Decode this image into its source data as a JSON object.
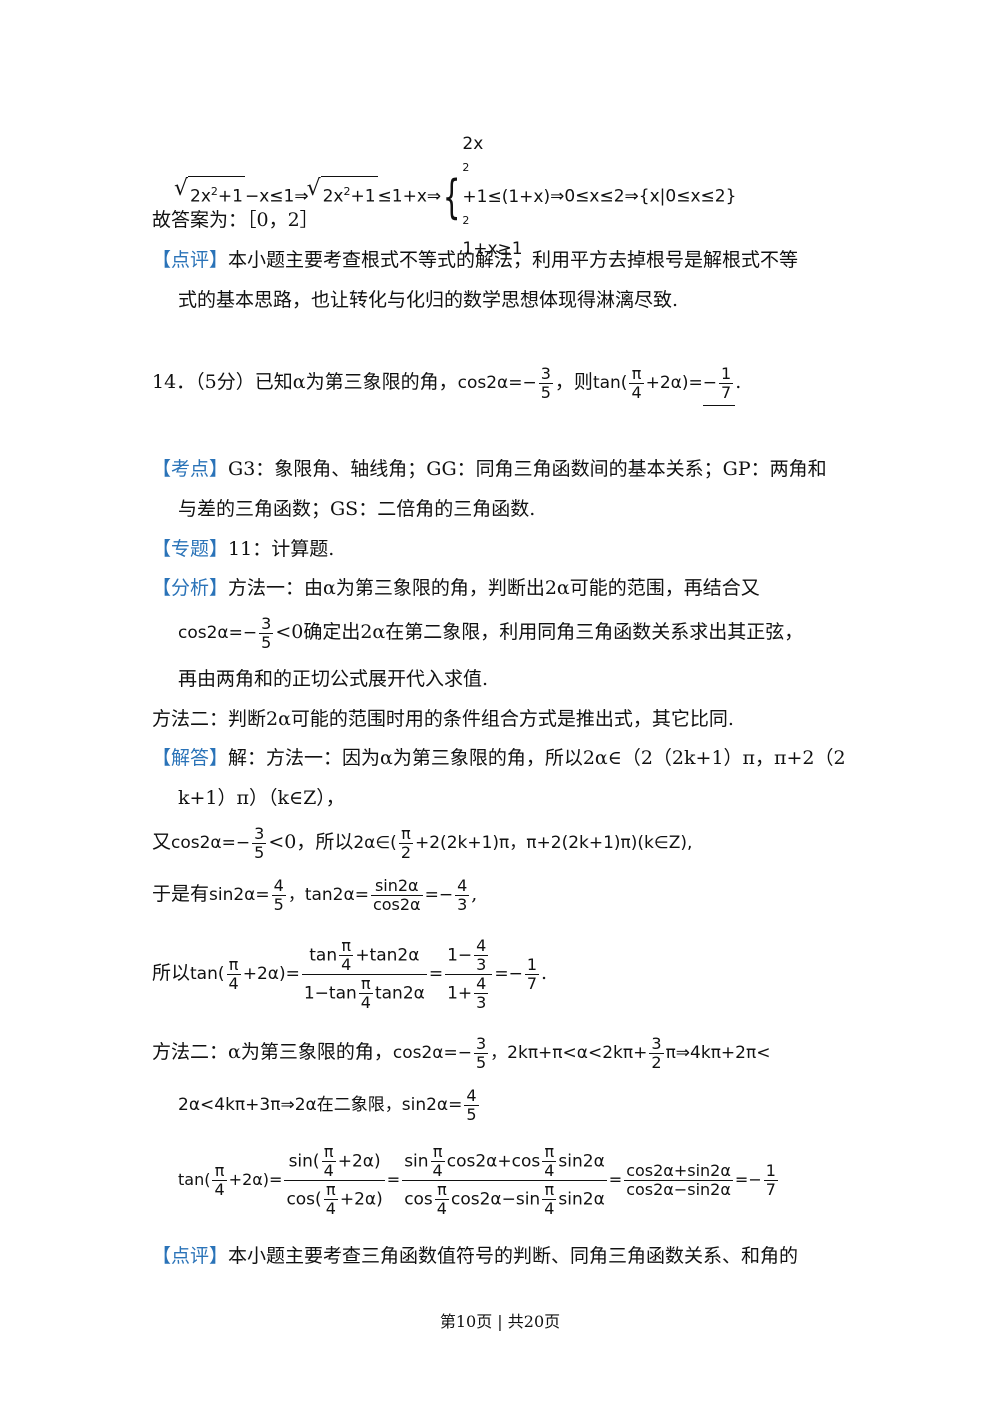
{
  "eq_top": {
    "a1": "2x",
    "sup1": "2",
    "a2": "+1",
    "a3": "−x≤1⇒",
    "a4": "+1",
    "a5": "≤1+x⇒",
    "s1": "2x",
    "s1b": "+1≤(1+x)",
    "s2": "1+x≥1",
    "a6": "⇒0≤x≤2⇒{x|0≤x≤2}"
  },
  "answer_line": "故答案为：［0，2］",
  "comment1": {
    "tag": "【点评】",
    "line1": "本小题主要考查根式不等式的解法，利用平方去掉根号是解根式不等",
    "line2": "式的基本思路，也让转化与化归的数学思想体现得淋漓尽致."
  },
  "q14": {
    "lead": "14．（5分）已知α为第三象限的角，",
    "cos": "cos2α=−",
    "f_n": "3",
    "f_d": "5",
    "mid": "，则",
    "tan": "tan(",
    "pi": "π",
    "four": "4",
    "tail": "+2α)=",
    "ans_sign": "−",
    "ans_n": "1",
    "ans_d": "7",
    "end": "."
  },
  "kaodian": {
    "tag": "【考点】",
    "line1": "G3：象限角、轴线角；GG：同角三角函数间的基本关系；GP：两角和",
    "line2": "与差的三角函数；GS：二倍角的三角函数."
  },
  "zhuanti": {
    "tag": "【专题】",
    "text": "11：计算题."
  },
  "fenxi": {
    "tag": "【分析】",
    "line1": "方法一：由α为第三象限的角，判断出2α可能的范围，再结合又",
    "l2_pre": "cos2α=−",
    "l2_post": "<0确定出2α在第二象限，利用同角三角函数关系求出其正弦，",
    "line3": "再由两角和的正切公式展开代入求值.",
    "line4": "方法二：判断2α可能的范围时用的条件组合方式是推出式，其它比同."
  },
  "jieda": {
    "tag": "【解答】",
    "line1": "解：方法一：因为α为第三象限的角，所以2α∈（2（2k+1）π，π+2（2",
    "line2": "k+1）π）（k∈Z），",
    "l3_pre": "又",
    "l3_cos": "cos2α=−",
    "l3_mid": "<0，所以",
    "l3_set": "2α∈(",
    "l3_rest": "+2(2k+1)π，π+2(2k+1)π)(k∈Z),",
    "l4_pre": "于是有",
    "l4_sin": "sin2α=",
    "l4_tan": "，tan2α=",
    "l4_sinnum": "sin2α",
    "l4_cosden": "cos2α",
    "l4_eq": "=−",
    "l5_pre": "所以",
    "l5_tan": "tan(",
    "l5_tail": "+2α)=",
    "l5_num_a": "tan",
    "l5_num_b": "+tan2α",
    "l5_den_a": "1−tan",
    "l5_den_b": "tan2α",
    "l5_mid_num": "1−",
    "l5_mid_den": "1+",
    "l5_res": "=−",
    "l5_end": ".",
    "m2_line1_a": "方法二：α为第三象限的角，",
    "m2_line1_b": "，2kπ+π<α<2kπ+",
    "m2_line1_c": "π⇒4kπ+2π<",
    "m2_line2_a": "2α<4kπ+3π⇒2α在二象限，",
    "m2_line3_tan": "tan(",
    "m2_sinfrac_n": "sin(",
    "m2_cosfrac_d": "cos(",
    "m2_sin": "sin",
    "m2_cos": "cos",
    "m2_plus_cos": "cos2α+cos",
    "m2_sin2": "sin2α",
    "m2_minus_sin": "cos2α−sin",
    "m2_r_num": "cos2α+sin2α",
    "m2_r_den": "cos2α−sin2α",
    "m2_close": "+2α)",
    "three": "3",
    "two": "2",
    "one": "1",
    "four": "4",
    "five": "5",
    "seven": "7"
  },
  "comment2": {
    "tag": "【点评】",
    "line1": "本小题主要考查三角函数值符号的判断、同角三角函数关系、和角的"
  },
  "footer": "第10页 | 共20页"
}
